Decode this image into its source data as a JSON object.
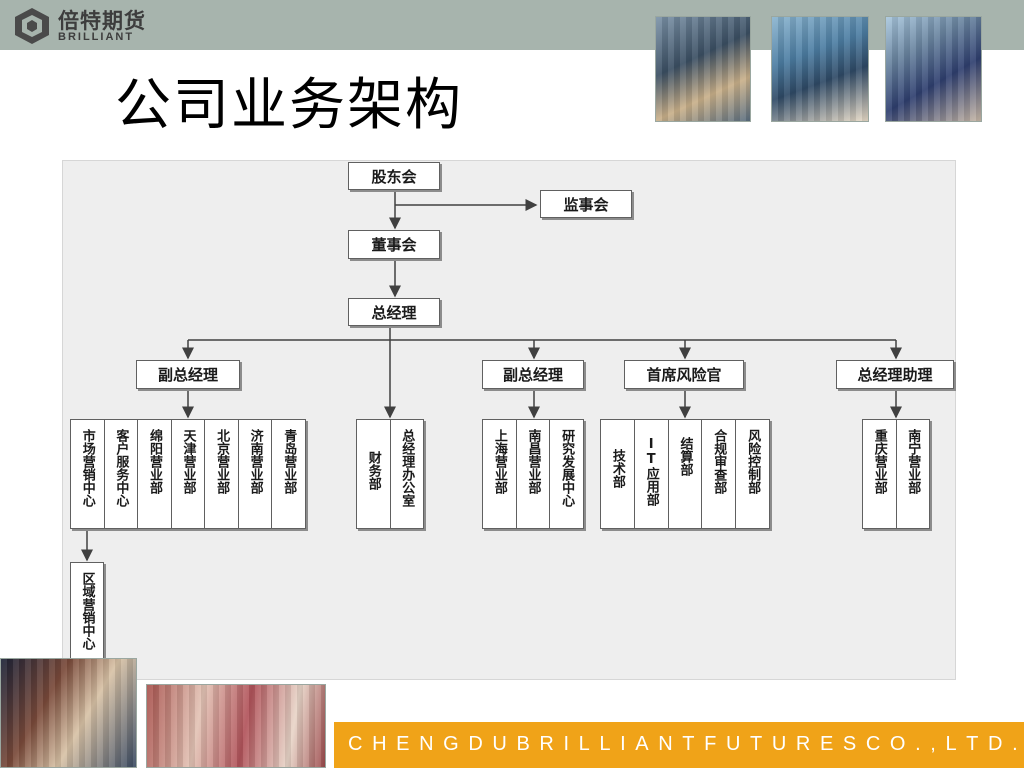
{
  "header": {
    "logo_cn": "倍特期货",
    "logo_en": "BRILLIANT"
  },
  "slide_title": "公司业务架构",
  "footer": {
    "company_letters": [
      "C",
      "H",
      "E",
      "N",
      "G",
      "D",
      "U",
      "B",
      "R",
      "I",
      "L",
      "L",
      "I",
      "A",
      "N",
      "T",
      "F",
      "U",
      "T",
      "U",
      "R",
      "E",
      "S",
      "C",
      "O",
      ".",
      ",",
      "L",
      "T",
      "D",
      "."
    ]
  },
  "org": {
    "shareholders": "股东会",
    "supervisors": "监事会",
    "board": "董事会",
    "general_manager": "总经理",
    "vp_1": "副总经理",
    "vp_2": "副总经理",
    "chief_risk_officer": "首席风险官",
    "gm_assistant": "总经理助理",
    "group_vp1": [
      "市场营销中心",
      "客户服务中心",
      "绵阳营业部",
      "天津营业部",
      "北京营业部",
      "济南营业部",
      "青岛营业部"
    ],
    "group_gm": [
      "财务部",
      "总经理办公室"
    ],
    "group_vp2": [
      "上海营业部",
      "南昌营业部",
      "研究发展中心"
    ],
    "group_cro": [
      "技术部",
      "IT应用部",
      "结算部",
      "合规审查部",
      "风险控制部"
    ],
    "group_assistant": [
      "重庆营业部",
      "南宁营业部"
    ],
    "regional": "区域营销中心"
  }
}
